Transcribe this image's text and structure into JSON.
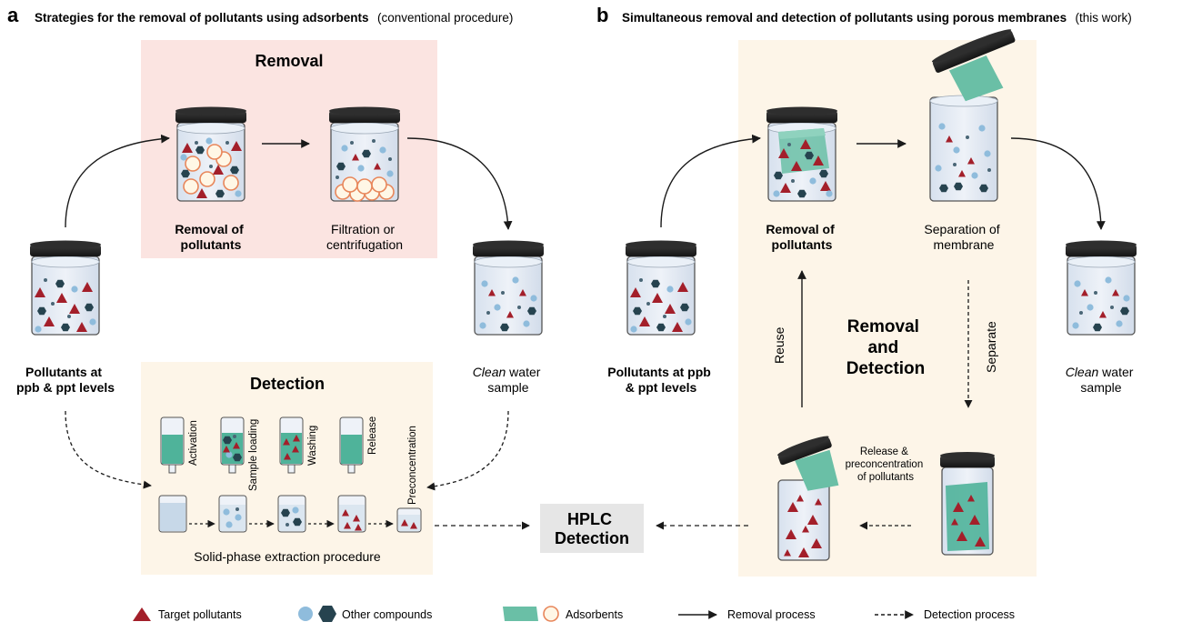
{
  "panel_a": {
    "letter": "a",
    "title_bold": "Strategies for the removal of pollutants using adsorbents",
    "title_normal": "(conventional procedure)",
    "removal_box": {
      "title": "Removal",
      "step1_line1": "Removal of",
      "step1_line2": "pollutants",
      "step2_line1": "Filtration or",
      "step2_line2": "centrifugation"
    },
    "left_jar_line1": "Pollutants at",
    "left_jar_line2": "ppb & ppt levels",
    "right_jar_italic": "Clean",
    "right_jar_rest": " water",
    "right_jar_line2": "sample",
    "detection_box": {
      "title": "Detection",
      "steps": [
        "Activation",
        "Sample loading",
        "Washing",
        "Release",
        "Preconcentration"
      ],
      "caption": "Solid-phase extraction procedure"
    }
  },
  "panel_b": {
    "letter": "b",
    "title_bold": "Simultaneous removal and detection of pollutants using porous membranes",
    "title_normal": "(this work)",
    "left_jar_line1": "Pollutants at ppb",
    "left_jar_line2": "& ppt levels",
    "step1_line1": "Removal of",
    "step1_line2": "pollutants",
    "step2_line1": "Separation of",
    "step2_line2": "membrane",
    "right_jar_italic": "Clean",
    "right_jar_rest": " water",
    "right_jar_line2": "sample",
    "center_line1": "Removal",
    "center_line2": "and",
    "center_line3": "Detection",
    "reuse": "Reuse",
    "separate": "Separate",
    "release_line1": "Release &",
    "release_line2": "preconcentration",
    "release_line3": "of pollutants"
  },
  "hplc": {
    "line1": "HPLC",
    "line2": "Detection"
  },
  "legend": {
    "target": "Target pollutants",
    "other": "Other compounds",
    "adsorbents": "Adsorbents",
    "removal": "Removal process",
    "detection": "Detection process"
  },
  "colors": {
    "removal_box": "#fbe4e1",
    "detection_box": "#fdf5e8",
    "panel_b_box": "#fdf5e8",
    "target_pollutant": "#a31f2a",
    "blue_compound": "#8fbcdc",
    "dark_compound": "#26434f",
    "membrane": "#6abfa6",
    "adsorbent_ring": "#e8865a",
    "hplc_box": "#e6e6e6"
  }
}
